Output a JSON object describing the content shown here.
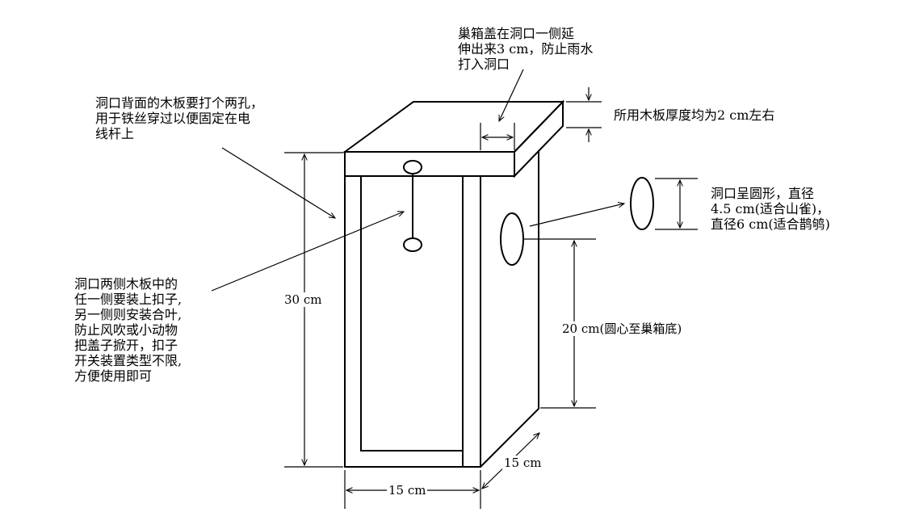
{
  "annotations": {
    "lid_overhang": "巢箱盖在洞口一侧延\n伸出来3 cm，防止雨水\n打入洞口",
    "board_thickness": "所用木板厚度均为2 cm左右",
    "back_holes": "洞口背面的木板要打个两孔，\n用于铁丝穿过以便固定在电\n线杆上",
    "entrance_hole": "洞口呈圆形，直径\n4.5 cm(适合山雀)，\n直径6 cm(适合鹊鸲)",
    "latch": "洞口两侧木板中的\n任一侧要装上扣子,\n另一侧则安装合叶,\n防止风吹或小动物\n把盖子掀开，扣子\n开关装置类型不限,\n方便使用即可"
  },
  "dimensions": {
    "height": "30 cm",
    "hole_height": "20 cm(圆心至巢箱底)",
    "width": "15 cm",
    "depth": "15 cm"
  },
  "colors": {
    "line": "#000000",
    "background": "#ffffff"
  }
}
